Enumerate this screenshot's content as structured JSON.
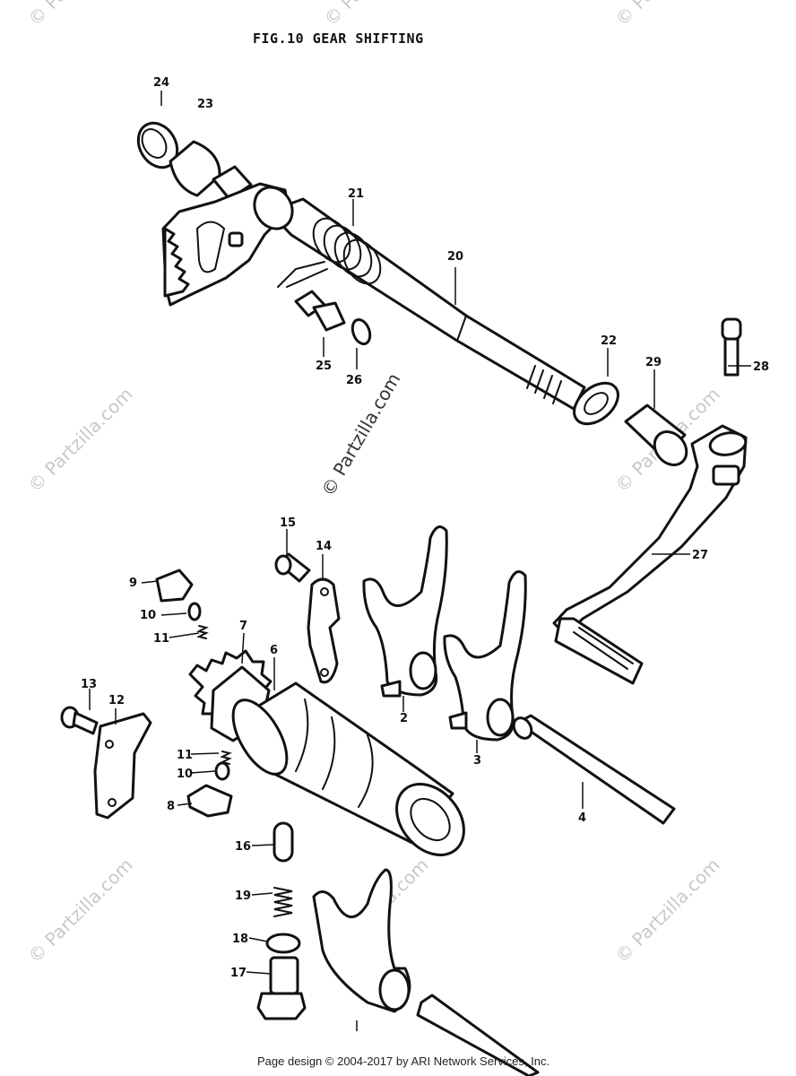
{
  "title": "FIG.10  GEAR SHIFTING",
  "footer": "Page design © 2004-2017 by ARI Network Services, Inc.",
  "watermark_text": "© Partzilla.com",
  "callouts": [
    "24",
    "23",
    "21",
    "20",
    "25",
    "26",
    "22",
    "29",
    "28",
    "27",
    "15",
    "14",
    "9",
    "10",
    "11",
    "7",
    "6",
    "2",
    "3",
    "13",
    "12",
    "11",
    "10",
    "8",
    "4",
    "16",
    "19",
    "18",
    "17"
  ],
  "colors": {
    "ink": "#111111",
    "watermark": "#c8c8c8",
    "background": "#ffffff"
  }
}
